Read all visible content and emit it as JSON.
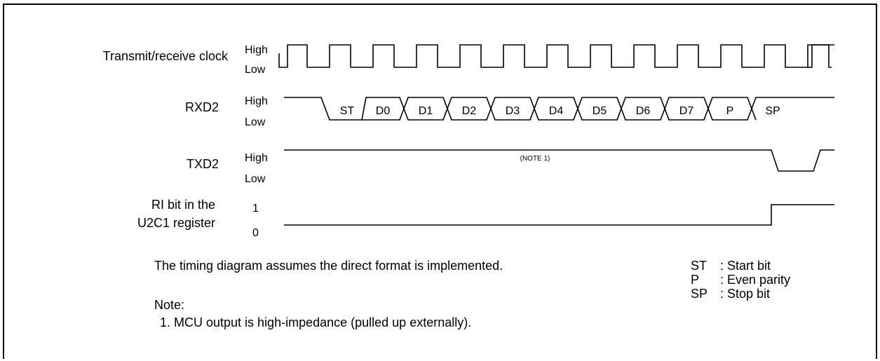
{
  "signals": [
    {
      "name": "Transmit/receive clock",
      "level_high": "High",
      "level_low": "Low"
    },
    {
      "name": "RXD2",
      "level_high": "High",
      "level_low": "Low"
    },
    {
      "name": "TXD2",
      "level_high": "High",
      "level_low": "Low"
    },
    {
      "name_line1": "RI bit in the",
      "name_line2": "U2C1 register",
      "level_high": "1",
      "level_low": "0"
    }
  ],
  "rxd2_cells": [
    "ST",
    "D0",
    "D1",
    "D2",
    "D3",
    "D4",
    "D5",
    "D6",
    "D7",
    "P",
    "SP"
  ],
  "txd2_note": "(NOTE 1)",
  "footer": {
    "assumption": "The timing diagram assumes the direct format is implemented.",
    "note_heading": "Note:",
    "note_1": "1. MCU output is high-impedance (pulled up externally)."
  },
  "legend": [
    {
      "abbr": "ST",
      "desc": ": Start bit"
    },
    {
      "abbr": "P",
      "desc": ": Even parity"
    },
    {
      "abbr": "SP",
      "desc": ": Stop bit"
    }
  ]
}
